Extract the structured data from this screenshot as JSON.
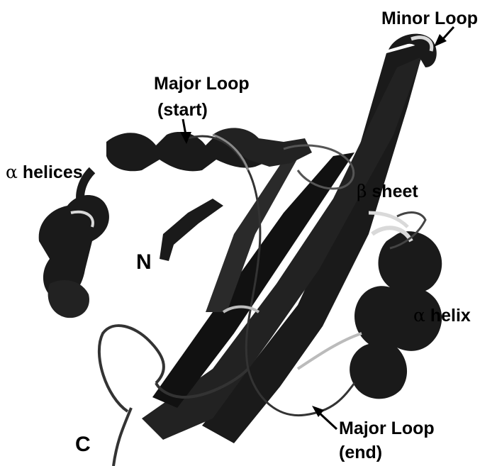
{
  "labels": {
    "minor_loop": "Minor Loop",
    "major_loop_start_line1": "Major Loop",
    "major_loop_start_line2": "(start)",
    "alpha_helices_symbol": "α",
    "alpha_helices_text": "helices",
    "beta_sheet_symbol": "β",
    "beta_sheet_text": "sheet",
    "n_terminus": "N",
    "alpha_helix_symbol": "α",
    "alpha_helix_text": "helix",
    "c_terminus": "C",
    "major_loop_end_line1": "Major Loop",
    "major_loop_end_line2": "(end)"
  },
  "colors": {
    "ribbon_dark": "#1a1a1a",
    "ribbon_light": "#d9d9d9",
    "coil": "#333333",
    "text": "#000000"
  }
}
